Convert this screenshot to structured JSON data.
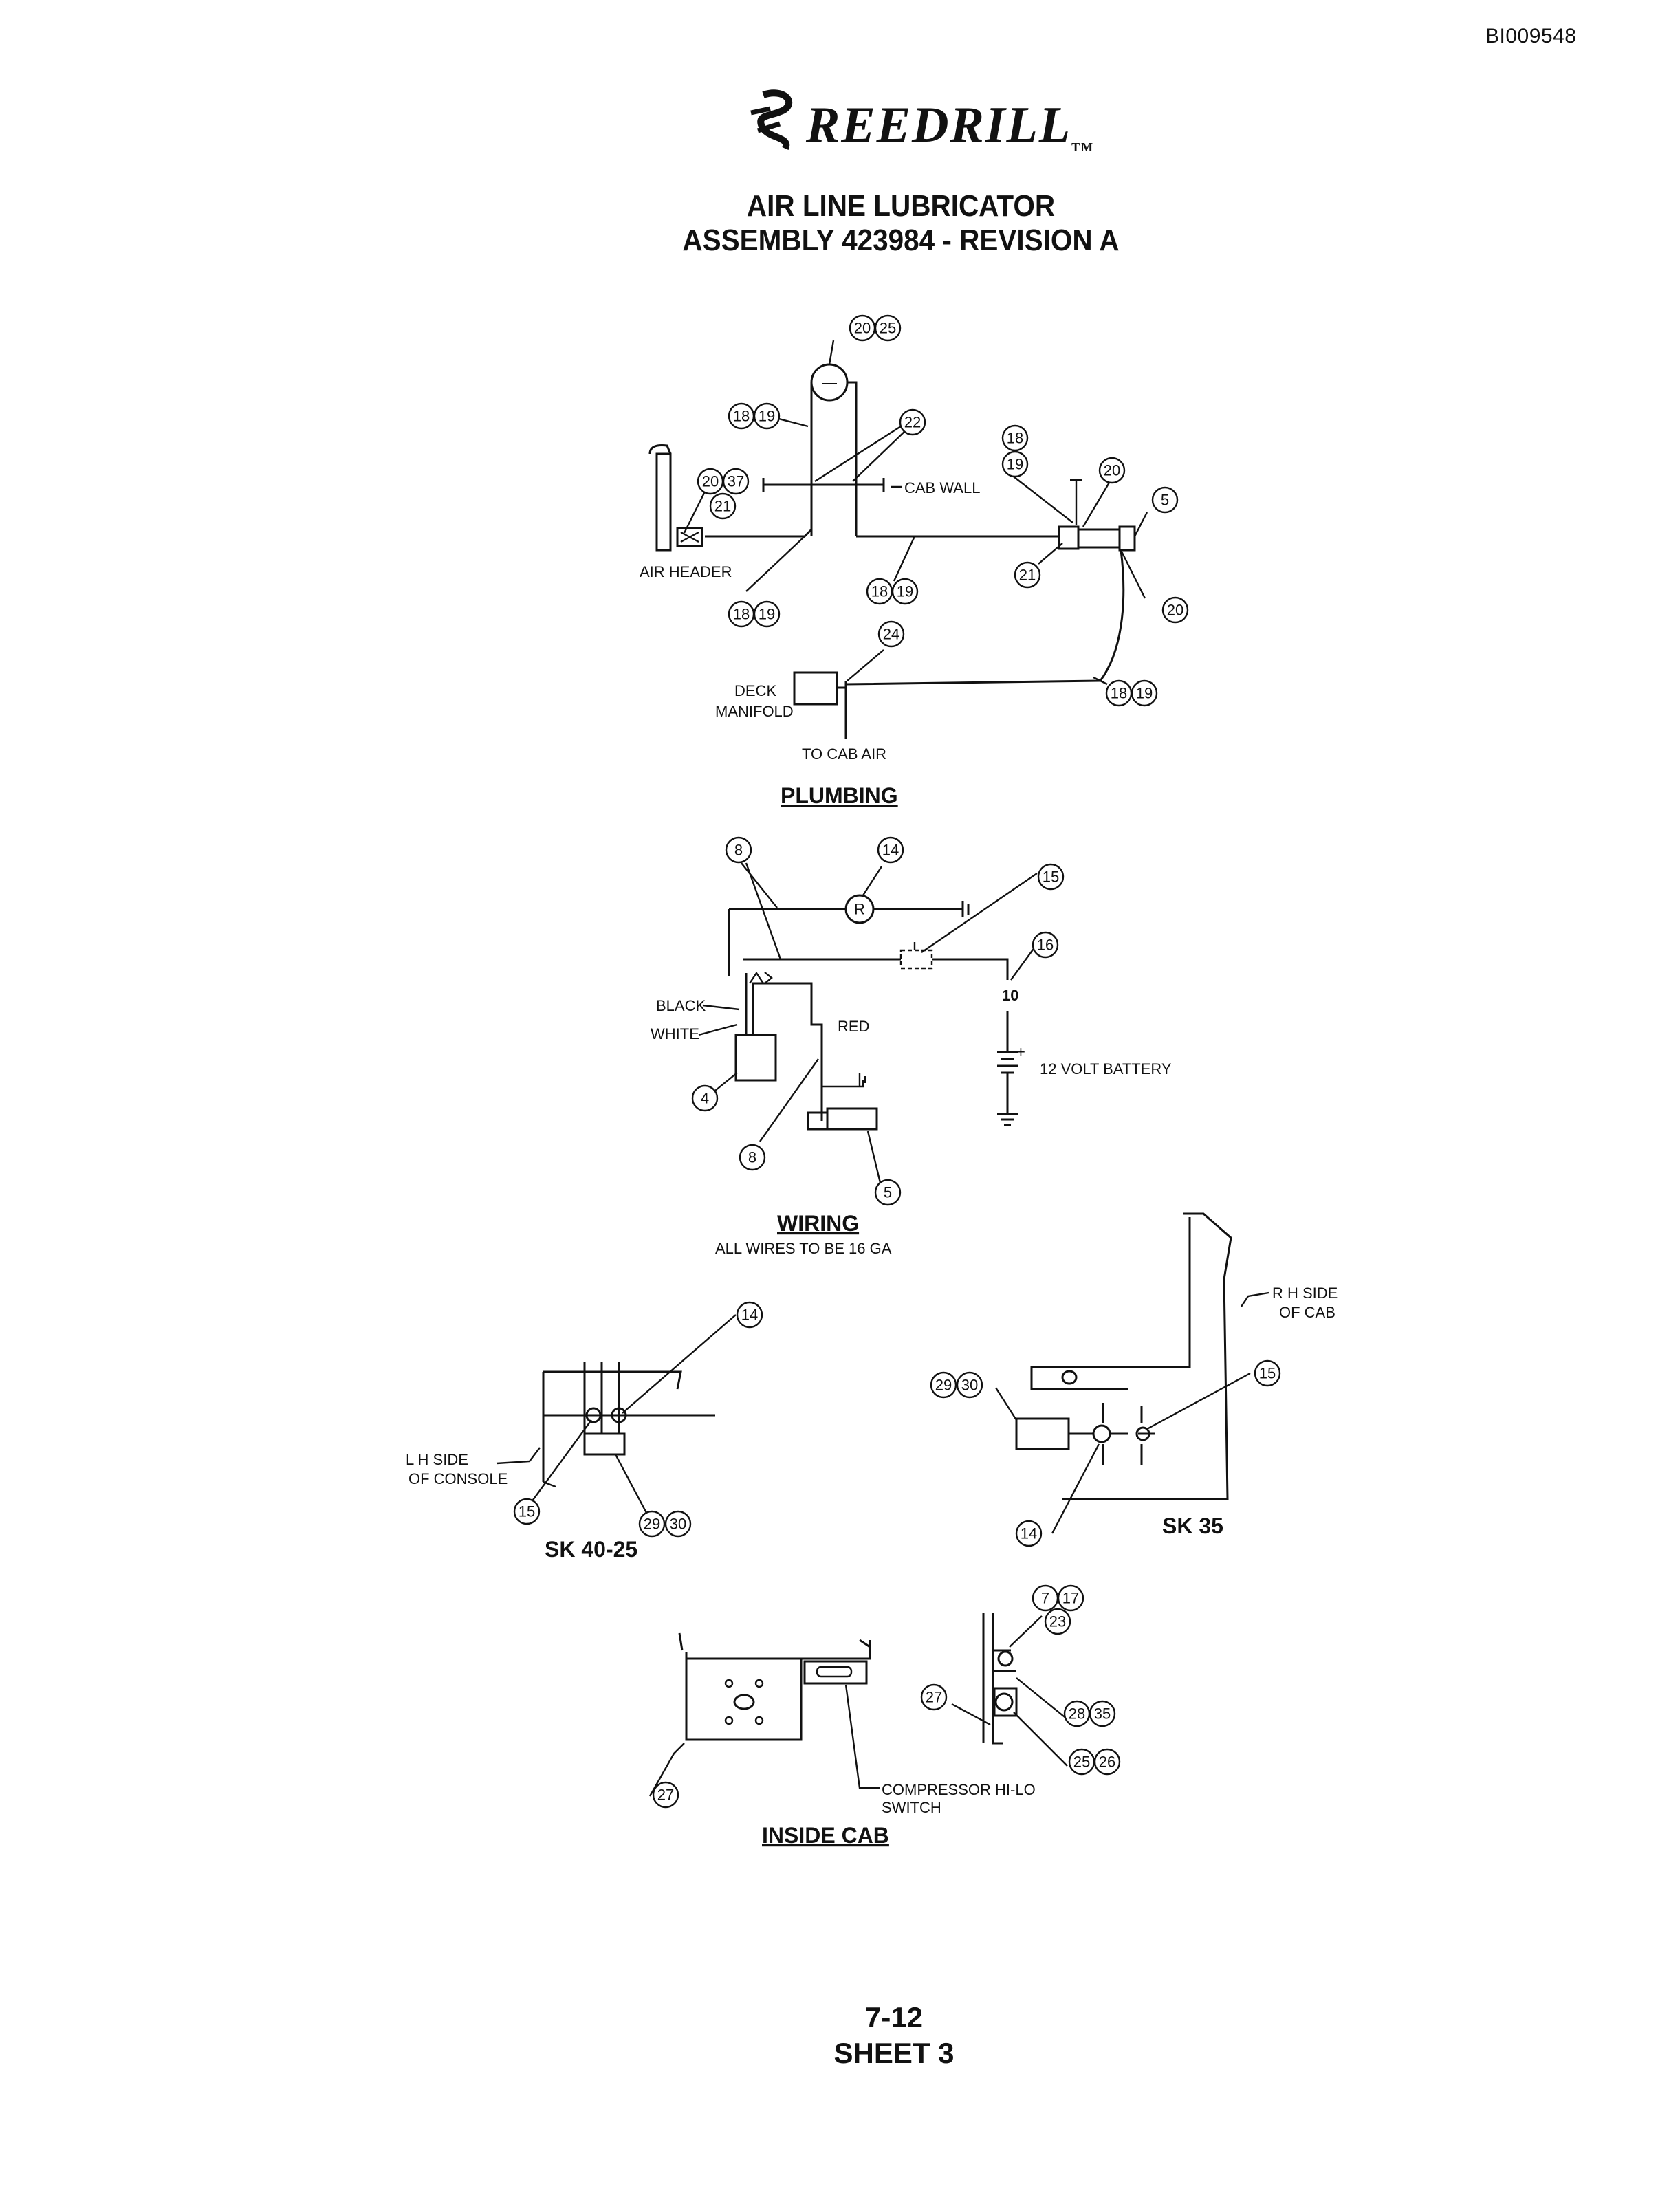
{
  "document_id": "BI009548",
  "logo": {
    "brand": "REEDRILL",
    "tm": "TM"
  },
  "title": {
    "line1": "AIR LINE LUBRICATOR",
    "line2": "ASSEMBLY 423984 - REVISION A"
  },
  "sections": {
    "plumbing": {
      "heading": "PLUMBING",
      "labels": {
        "cab_wall": "CAB WALL",
        "air_header": "AIR HEADER",
        "deck_manifold_1": "DECK",
        "deck_manifold_2": "MANIFOLD",
        "to_cab_air": "TO CAB AIR",
        "gauge_symbol": "—"
      },
      "callouts": [
        "20",
        "25",
        "18",
        "19",
        "22",
        "18",
        "19",
        "20",
        "37",
        "21",
        "20",
        "5",
        "18",
        "19",
        "21",
        "20",
        "18",
        "19",
        "24",
        "18",
        "19"
      ]
    },
    "wiring": {
      "heading": "WIRING",
      "note": "ALL WIRES TO BE 16 GA",
      "labels": {
        "black": "BLACK",
        "white": "WHITE",
        "red": "RED",
        "battery": "12 VOLT BATTERY",
        "relay": "R",
        "fuse": "10",
        "plus": "+"
      },
      "callouts": [
        "8",
        "14",
        "15",
        "16",
        "4",
        "8",
        "5"
      ]
    },
    "sk_40_25": {
      "heading": "SK 40-25",
      "labels": {
        "side_1": "L H  SIDE",
        "side_2": "OF CONSOLE"
      },
      "callouts": [
        "14",
        "15",
        "29",
        "30"
      ]
    },
    "sk_35": {
      "heading": "SK 35",
      "labels": {
        "side_1": "R H  SIDE",
        "side_2": "OF CAB"
      },
      "callouts": [
        "29",
        "30",
        "15",
        "14"
      ]
    },
    "inside_cab": {
      "heading": "INSIDE CAB",
      "labels": {
        "switch_1": "COMPRESSOR HI-LO",
        "switch_2": "SWITCH"
      },
      "callouts": [
        "7",
        "17",
        "23",
        "27",
        "28",
        "35",
        "25",
        "26",
        "27"
      ]
    }
  },
  "footer": {
    "page": "7-12",
    "sheet": "SHEET 3"
  }
}
